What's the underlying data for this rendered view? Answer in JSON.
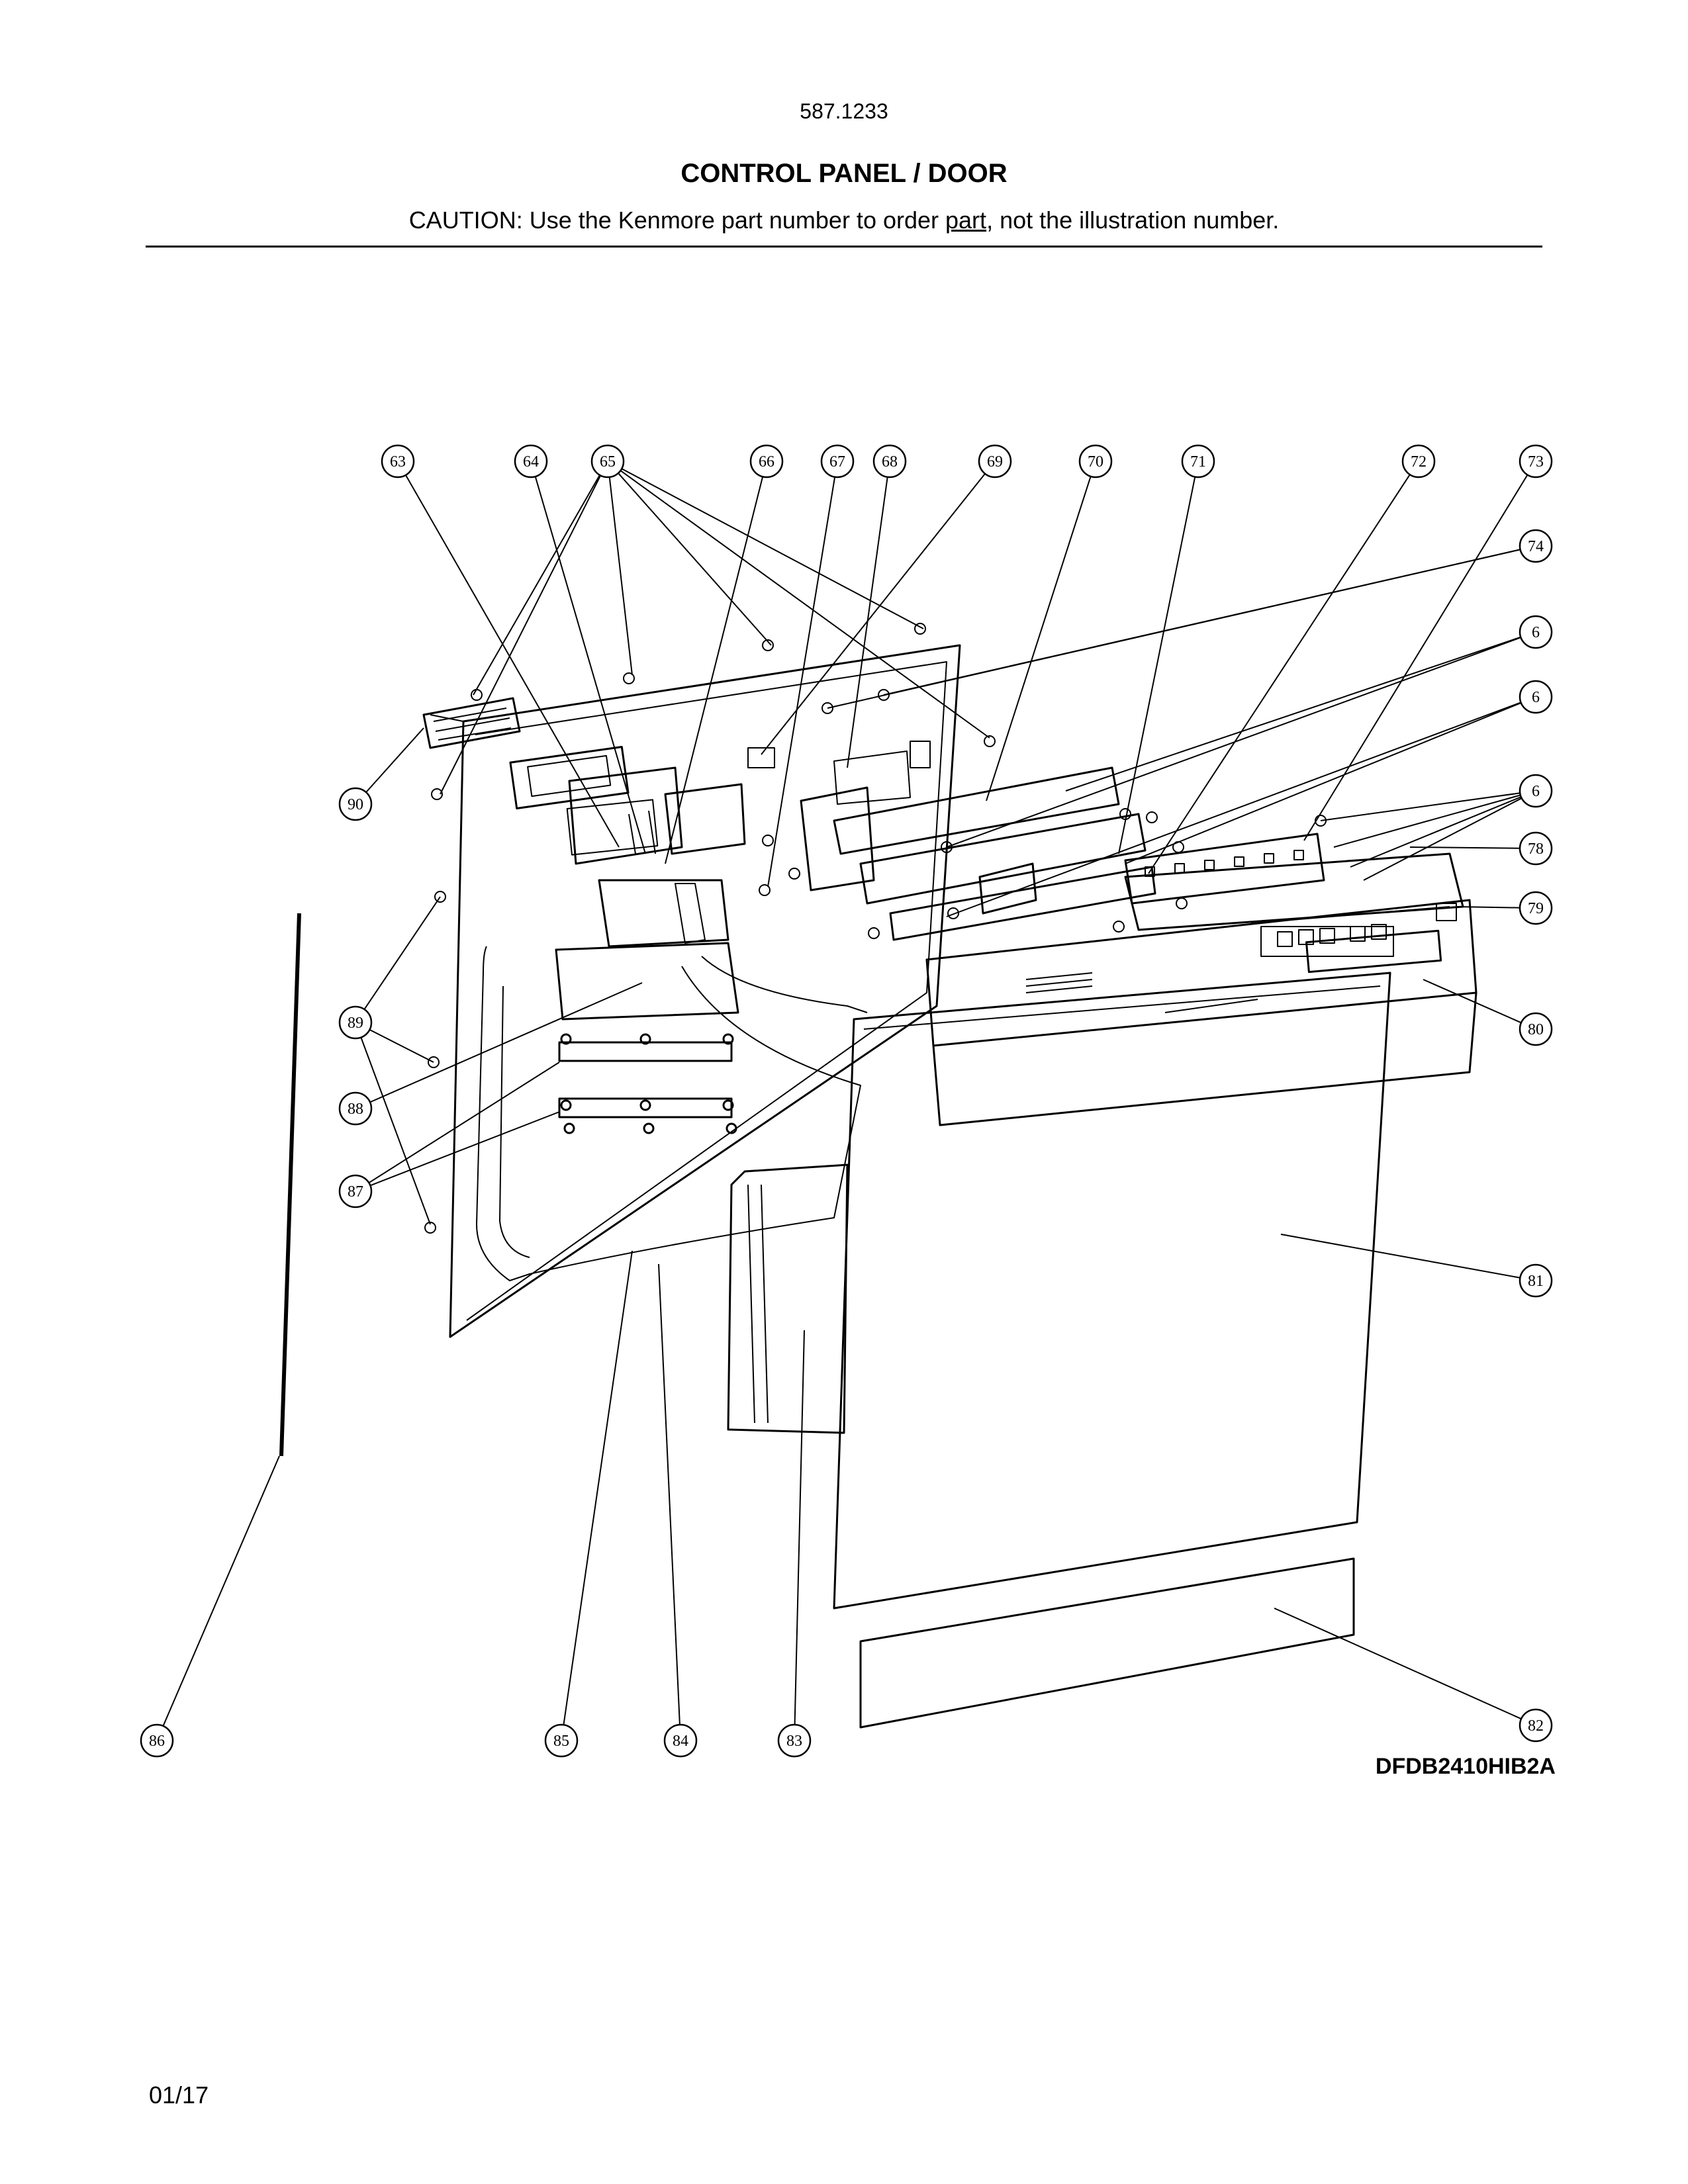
{
  "header": {
    "model_number": "587.1233",
    "title": "CONTROL PANEL / DOOR",
    "caution_prefix": "CAUTION: Use the Kenmore part number to order ",
    "caution_underlined": "part",
    "caution_suffix": ", not the illustration number."
  },
  "diagram": {
    "code": "DFDB2410HIB2A",
    "callouts": [
      {
        "id": "63",
        "label": "63"
      },
      {
        "id": "64",
        "label": "64"
      },
      {
        "id": "65",
        "label": "65"
      },
      {
        "id": "66",
        "label": "66"
      },
      {
        "id": "67",
        "label": "67"
      },
      {
        "id": "68",
        "label": "68"
      },
      {
        "id": "69",
        "label": "69"
      },
      {
        "id": "70",
        "label": "70"
      },
      {
        "id": "71",
        "label": "71"
      },
      {
        "id": "72",
        "label": "72"
      },
      {
        "id": "73",
        "label": "73"
      },
      {
        "id": "74",
        "label": "74"
      },
      {
        "id": "6a",
        "label": "6"
      },
      {
        "id": "6b",
        "label": "6"
      },
      {
        "id": "6c",
        "label": "6"
      },
      {
        "id": "78",
        "label": "78"
      },
      {
        "id": "79",
        "label": "79"
      },
      {
        "id": "80",
        "label": "80"
      },
      {
        "id": "81",
        "label": "81"
      },
      {
        "id": "82",
        "label": "82"
      },
      {
        "id": "83",
        "label": "83"
      },
      {
        "id": "84",
        "label": "84"
      },
      {
        "id": "85",
        "label": "85"
      },
      {
        "id": "86",
        "label": "86"
      },
      {
        "id": "87",
        "label": "87"
      },
      {
        "id": "88",
        "label": "88"
      },
      {
        "id": "89",
        "label": "89"
      },
      {
        "id": "90",
        "label": "90"
      }
    ]
  },
  "footer": {
    "date": "01/17"
  }
}
